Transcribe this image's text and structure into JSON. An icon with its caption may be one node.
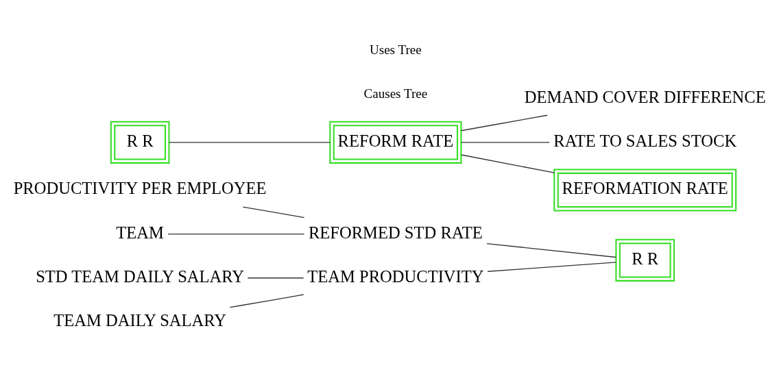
{
  "diagram": {
    "nodes": [
      {
        "text": [
          "PRODUCTIVITY PER EMPLOYEE"
        ]
      },
      {
        "text": [
          "TEAM"
        ]
      },
      {
        "text": [
          "REFORMED STD RATE"
        ]
      },
      {
        "text": [
          "STD TEAM DAILY SALARY"
        ]
      },
      {
        "text": [
          "TEAM DAILY SALARY"
        ]
      },
      {
        "text": [
          "TEAM PRODUCTIVITY"
        ]
      },
      {
        "text": [
          "R R"
        ]
      },
      {
        "text": [
          "R R"
        ]
      },
      {
        "text": [
          "REFORM RATE"
        ]
      },
      {
        "text": [
          "DEMAND COVER DIFFERENCE"
        ]
      },
      {
        "text": [
          "RATE TO SALES STOCK"
        ]
      },
      {
        "text": [
          "REFORMATION RATE"
        ]
      }
    ],
    "edges": [
      {
        "from": 0,
        "to": 2,
        "arrow": "none"
      },
      {
        "from": 1,
        "to": 2,
        "arrow": "none"
      },
      {
        "from": 2,
        "to": 6,
        "arrow": "none"
      },
      {
        "from": 3,
        "to": 5,
        "arrow": "none"
      },
      {
        "from": 4,
        "to": 5,
        "arrow": "none"
      },
      {
        "from": 5,
        "to": 6,
        "arrow": "none"
      },
      {
        "from": 7,
        "to": 8,
        "arrow": "none"
      },
      {
        "from": 8,
        "to": 9,
        "arrow": "none"
      },
      {
        "from": 8,
        "to": 10,
        "arrow": "none"
      },
      {
        "from": 8,
        "to": 11,
        "arrow": "none"
      }
    ],
    "labels": [
      "Causes Tree",
      "Uses Tree"
    ]
  }
}
